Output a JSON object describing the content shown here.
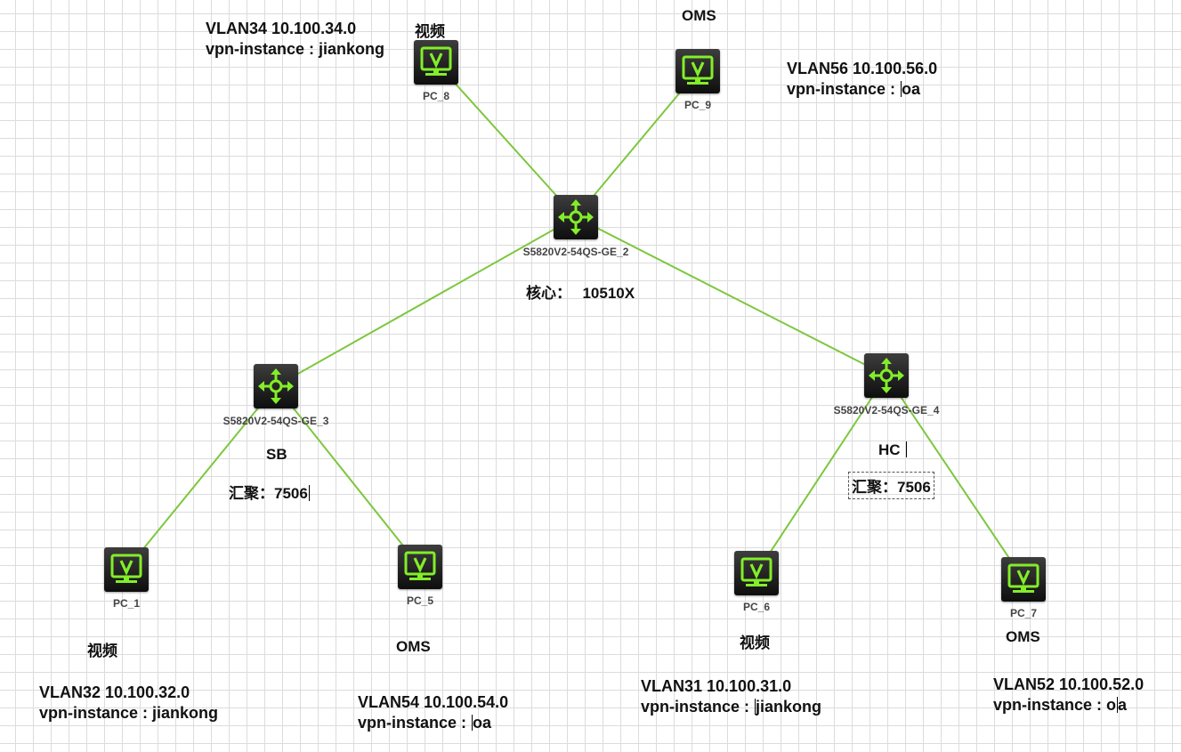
{
  "devices": {
    "pc_8": {
      "name": "PC_8",
      "role": "视频",
      "vlan": "VLAN34 10.100.34.0",
      "vpn": "vpn-instance : jiankong"
    },
    "pc_9": {
      "name": "PC_9",
      "role": "OMS",
      "vlan": "VLAN56 10.100.56.0",
      "vpn_prefix": "vpn-instance : ",
      "vpn_value": "oa"
    },
    "core": {
      "name": "S5820V2-54QS-GE_2",
      "caption_prefix": "核心：",
      "caption_model": "10510X"
    },
    "sw3": {
      "name": "S5820V2-54QS-GE_3",
      "site": "SB",
      "agg_prefix": "汇聚：",
      "agg_model": "7506"
    },
    "sw4": {
      "name": "S5820V2-54QS-GE_4",
      "site": "HC",
      "agg_prefix": "汇聚：",
      "agg_model": "7506"
    },
    "pc_1": {
      "name": "PC_1",
      "role": "视频",
      "vlan": "VLAN32 10.100.32.0",
      "vpn": "vpn-instance : jiankong"
    },
    "pc_5": {
      "name": "PC_5",
      "role": "OMS",
      "vlan": "VLAN54 10.100.54.0",
      "vpn_prefix": "vpn-instance : ",
      "vpn_value": "oa"
    },
    "pc_6": {
      "name": "PC_6",
      "role": "视频",
      "vlan": "VLAN31 10.100.31.0",
      "vpn_prefix": "vpn-instance : ",
      "vpn_value": "jiankong"
    },
    "pc_7": {
      "name": "PC_7",
      "role": "OMS",
      "vlan": "VLAN52 10.100.52.0",
      "vpn_prefix": "vpn-instance : o",
      "vpn_value": "a"
    }
  },
  "links": [
    [
      "pc_8",
      "core"
    ],
    [
      "pc_9",
      "core"
    ],
    [
      "core",
      "sw3"
    ],
    [
      "core",
      "sw4"
    ],
    [
      "sw3",
      "pc_1"
    ],
    [
      "sw3",
      "pc_5"
    ],
    [
      "sw4",
      "pc_6"
    ],
    [
      "sw4",
      "pc_7"
    ]
  ],
  "colors": {
    "link": "#7dc73e",
    "icon": "#82ee28",
    "device_label": "#444444"
  },
  "icons": {
    "pc": "monitor-v-icon",
    "switch": "router-arrows-icon"
  }
}
